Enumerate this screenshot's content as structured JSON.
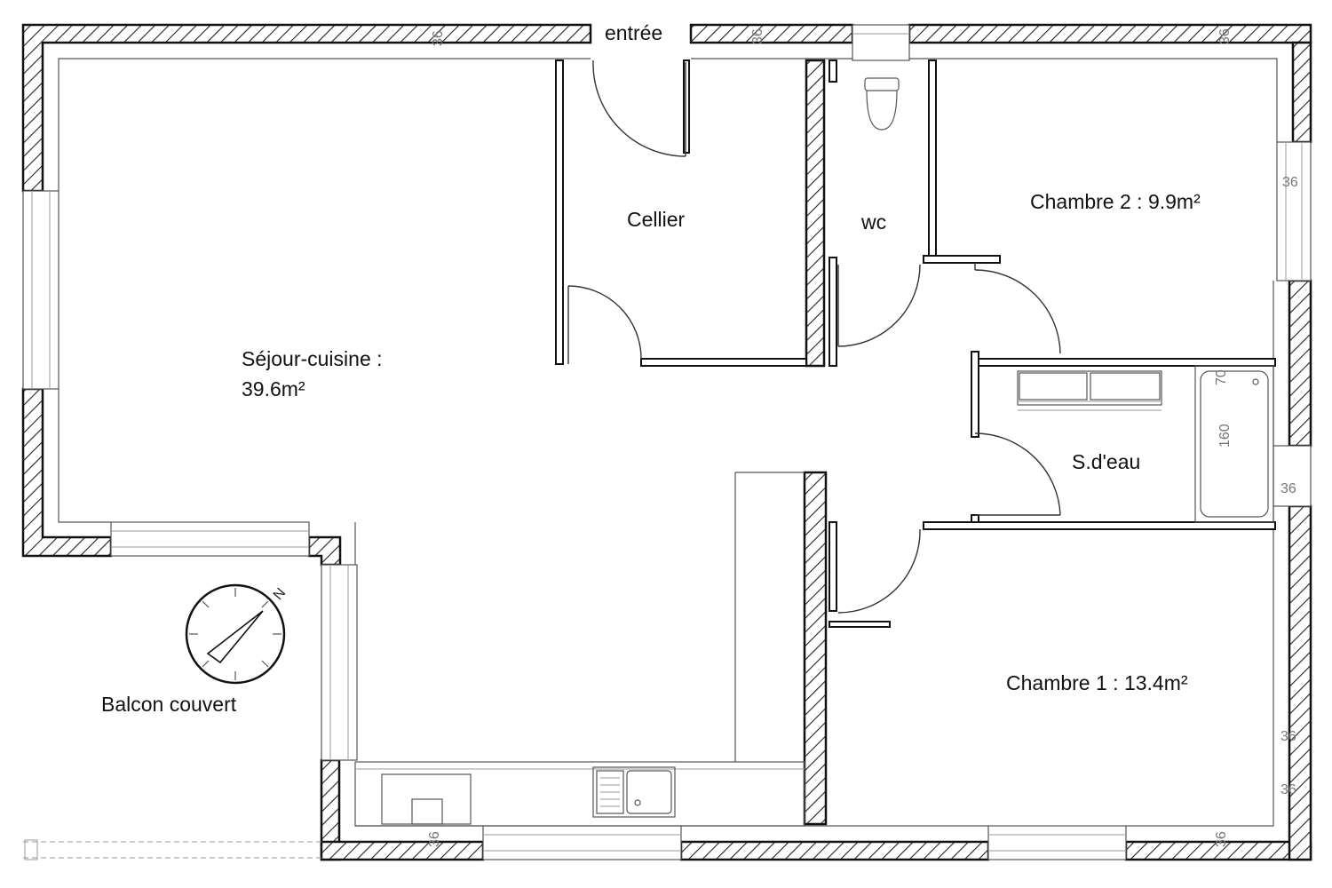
{
  "rooms": {
    "entree": "entrée",
    "cellier": "Cellier",
    "wc": "wc",
    "chambre2": "Chambre 2 : 9.9m²",
    "sejour_line1": "Séjour-cuisine :",
    "sejour_line2": "39.6m²",
    "sdeau": "S.d'eau",
    "chambre1": "Chambre 1 : 13.4m²",
    "balcon": "Balcon couvert"
  },
  "dimensions": {
    "wall_thickness": "36",
    "bathtub_length": "160",
    "bathtub_width": "70"
  },
  "compass": {
    "north_label": "N"
  },
  "colors": {
    "walls": "#111111",
    "hatching": "#222222",
    "fixtures": "#555555"
  }
}
